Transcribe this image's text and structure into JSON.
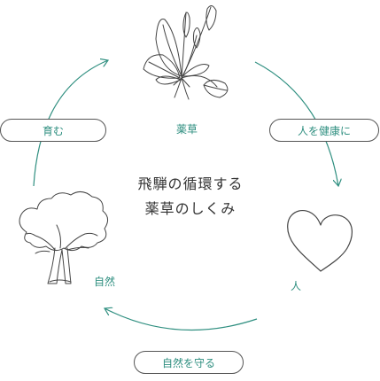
{
  "center": {
    "title_line1": "飛騨の循環する",
    "title_line2": "薬草のしくみ"
  },
  "nodes": {
    "herb": "薬草",
    "person": "人",
    "nature": "自然"
  },
  "actions": {
    "to_health": "人を健康に",
    "protect_nature": "自然を守る",
    "nurture": "育む"
  },
  "colors": {
    "accent": "#2f8f80",
    "line": "#555555"
  },
  "icons": [
    "herb-plant-icon",
    "heart-icon",
    "tree-icon"
  ]
}
